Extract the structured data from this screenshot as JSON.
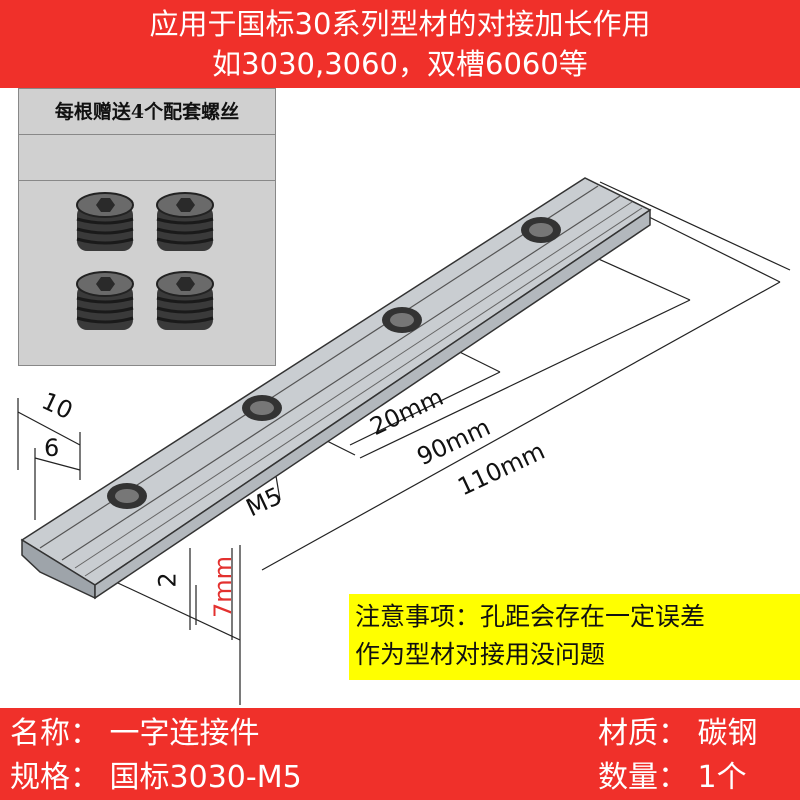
{
  "header": {
    "line1": "应用于国标30系列型材的对接加长作用",
    "line2": "如3030,3060，双槽6060等"
  },
  "accessory_box": {
    "title": "每根赠送4个配套螺丝",
    "screw_icon": "hex-socket-set-screw-icon",
    "screw_count": 4
  },
  "dimensions": {
    "width_outer": "10",
    "width_inner": "6",
    "hole_spacing": "20mm",
    "hole_span": "90mm",
    "length": "110mm",
    "thread": "M5",
    "thickness": "2",
    "height": "7mm"
  },
  "note": {
    "line1": "注意事项：孔距会存在一定误差",
    "line2": "作为型材对接用没问题"
  },
  "specs": {
    "name": "名称：  一字连接件",
    "material": "材质：  碳钢",
    "model": "规格：  国标3030-M5",
    "quantity": "数量：  1个"
  },
  "colors": {
    "banner": "#f0302a",
    "note_bg": "#ffff00",
    "dim_red": "#e3312f",
    "part_fill": "#c9cdd1"
  }
}
